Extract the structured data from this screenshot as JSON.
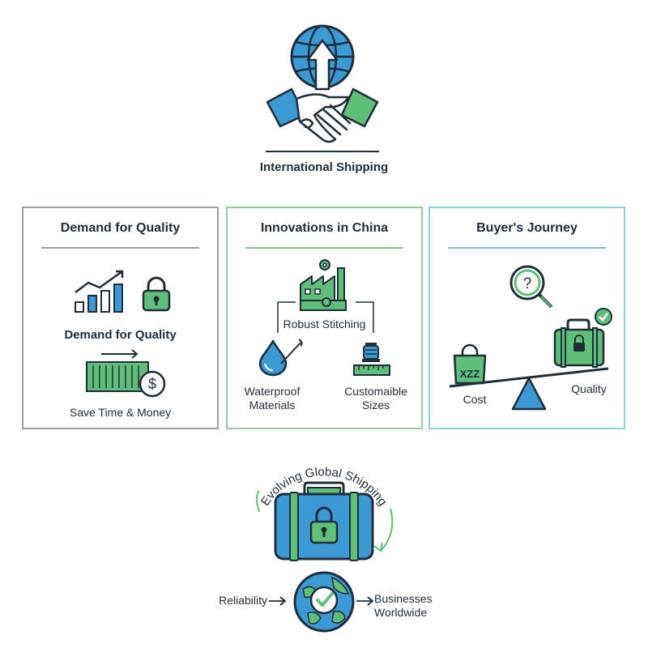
{
  "top": {
    "label": "International Shipping"
  },
  "panels": [
    {
      "title": "Demand for Quality",
      "items": [
        {
          "label": "Demand for Quality"
        },
        {
          "label": "Save Time & Money"
        }
      ]
    },
    {
      "title": "Innovations in China",
      "items": [
        {
          "label": "Robust Stitching"
        },
        {
          "label": "Waterproof\nMaterials"
        },
        {
          "label": "Customaible\nSizes"
        }
      ]
    },
    {
      "title": "Buyer's Journey",
      "items": [
        {
          "label": "Cost"
        },
        {
          "label": "Quality"
        },
        {
          "label": "XZZ"
        }
      ]
    }
  ],
  "bottom": {
    "arc_text": "Evolving Global Shipping",
    "left_label": "Reliability",
    "right_label": "Businesses\nWorldwide"
  },
  "colors": {
    "blue": "#3b9ad4",
    "green": "#5fbf78",
    "navy": "#1f2d3a",
    "panel_gray": "#9aa1a7",
    "panel_green": "#8fd19e",
    "panel_blue": "#8ccfe0"
  },
  "icons": [
    "globe-icon",
    "upload-arrow-icon",
    "handshake-icon",
    "bar-chart-icon",
    "padlock-icon",
    "shipping-container-icon",
    "dollar-coin-icon",
    "factory-icon",
    "gear-icon",
    "water-drop-needle-icon",
    "spool-ruler-icon",
    "magnifier-question-icon",
    "checkmark-badge-icon",
    "suitcase-icon",
    "shopping-bag-icon",
    "balance-scale-icon",
    "globe-check-icon"
  ]
}
